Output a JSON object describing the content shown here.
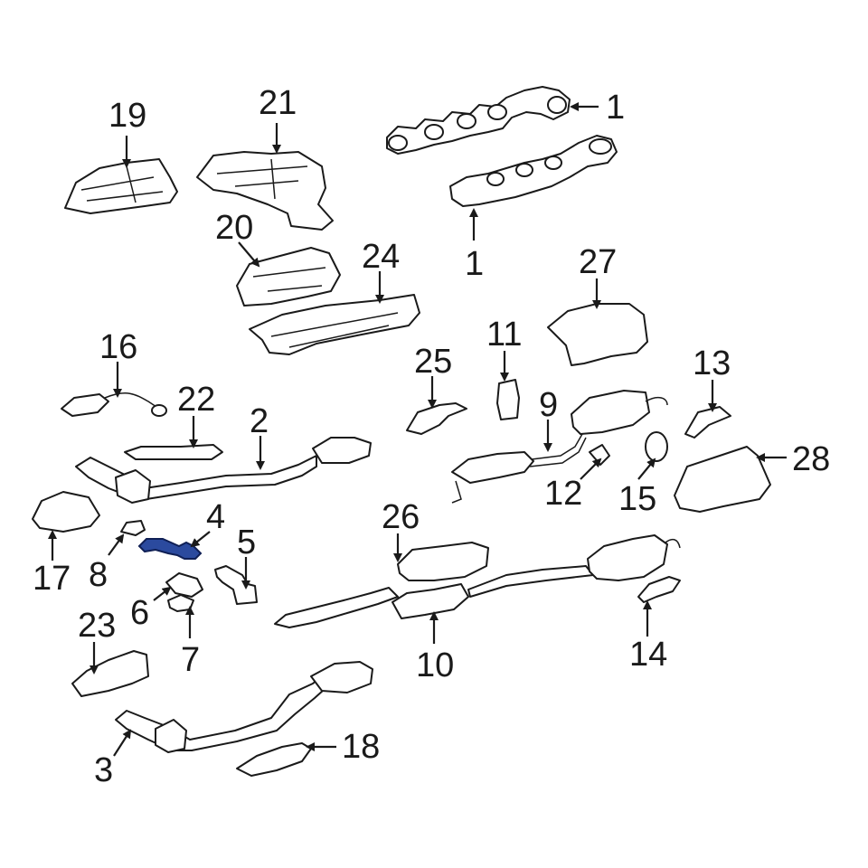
{
  "diagram": {
    "highlight_color": "#2b4a9e",
    "line_color": "#1a1a1a",
    "callouts": [
      {
        "id": "c1a",
        "label": "1"
      },
      {
        "id": "c1b",
        "label": "1"
      },
      {
        "id": "c2",
        "label": "2"
      },
      {
        "id": "c3",
        "label": "3"
      },
      {
        "id": "c4",
        "label": "4"
      },
      {
        "id": "c5",
        "label": "5"
      },
      {
        "id": "c6",
        "label": "6"
      },
      {
        "id": "c7",
        "label": "7"
      },
      {
        "id": "c8",
        "label": "8"
      },
      {
        "id": "c9",
        "label": "9"
      },
      {
        "id": "c10",
        "label": "10"
      },
      {
        "id": "c11",
        "label": "11"
      },
      {
        "id": "c12",
        "label": "12"
      },
      {
        "id": "c13",
        "label": "13"
      },
      {
        "id": "c14",
        "label": "14"
      },
      {
        "id": "c15",
        "label": "15"
      },
      {
        "id": "c16",
        "label": "16"
      },
      {
        "id": "c17",
        "label": "17"
      },
      {
        "id": "c18",
        "label": "18"
      },
      {
        "id": "c19",
        "label": "19"
      },
      {
        "id": "c20",
        "label": "20"
      },
      {
        "id": "c21",
        "label": "21"
      },
      {
        "id": "c22",
        "label": "22"
      },
      {
        "id": "c23",
        "label": "23"
      },
      {
        "id": "c24",
        "label": "24"
      },
      {
        "id": "c25",
        "label": "25"
      },
      {
        "id": "c26",
        "label": "26"
      },
      {
        "id": "c27",
        "label": "27"
      },
      {
        "id": "c28",
        "label": "28"
      }
    ]
  }
}
